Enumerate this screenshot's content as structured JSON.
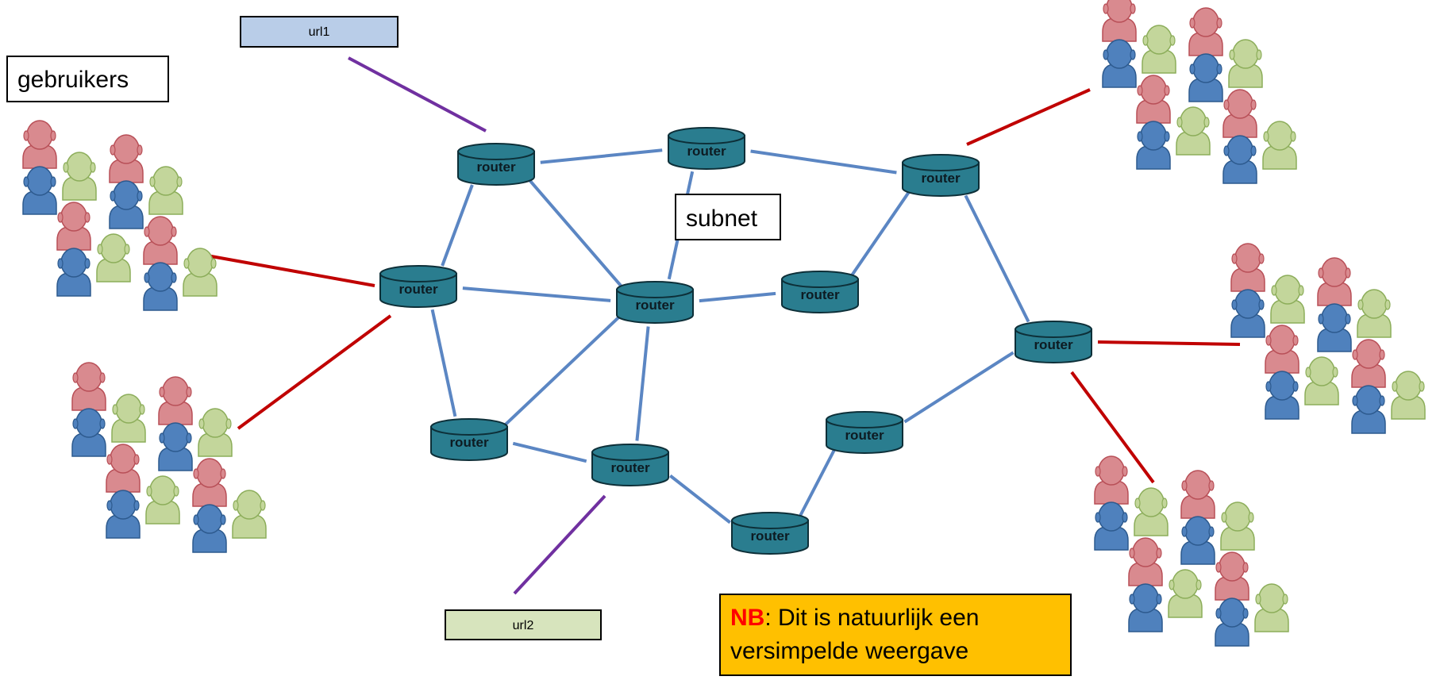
{
  "labels": {
    "users": "gebruikers",
    "subnet": "subnet",
    "router": "router",
    "url1": "url1",
    "url2": "url2",
    "nb_prefix": "NB",
    "nb_line1": ": Dit is natuurlijk een",
    "nb_line2": "versimpelde weergave"
  },
  "routers": [
    {
      "id": "r1"
    },
    {
      "id": "r2"
    },
    {
      "id": "r3"
    },
    {
      "id": "r4"
    },
    {
      "id": "r5"
    },
    {
      "id": "r6"
    },
    {
      "id": "r7"
    },
    {
      "id": "r8"
    },
    {
      "id": "r9"
    },
    {
      "id": "r10"
    },
    {
      "id": "r11"
    },
    {
      "id": "r12"
    }
  ],
  "links": [
    [
      "r1",
      "r2"
    ],
    [
      "r2",
      "r3"
    ],
    [
      "r1",
      "r4"
    ],
    [
      "r1",
      "r5"
    ],
    [
      "r2",
      "r5"
    ],
    [
      "r4",
      "r5"
    ],
    [
      "r4",
      "r7"
    ],
    [
      "r5",
      "r6"
    ],
    [
      "r6",
      "r3"
    ],
    [
      "r3",
      "r9"
    ],
    [
      "r5",
      "r7"
    ],
    [
      "r5",
      "r8"
    ],
    [
      "r7",
      "r8"
    ],
    [
      "r8",
      "r11"
    ],
    [
      "r11",
      "r10"
    ],
    [
      "r10",
      "r9"
    ]
  ],
  "colors": {
    "router_fill": "#2a7d8f",
    "router_stroke": "#0d2f38",
    "router_top": "#2a7d8f",
    "link": "#5b86c3",
    "user_link": "#c00000",
    "url_link": "#7030a0",
    "url1_fill": "#b9cde8",
    "url2_fill": "#d7e4bd",
    "nb_fill": "#ffc000",
    "nb_red": "#ff0000",
    "person_red": "#d98a8f",
    "person_red_stroke": "#b84f57",
    "person_blue": "#4f81bd",
    "person_blue_stroke": "#2d5a8e",
    "person_green": "#c3d69b",
    "person_green_stroke": "#8cad5a"
  }
}
